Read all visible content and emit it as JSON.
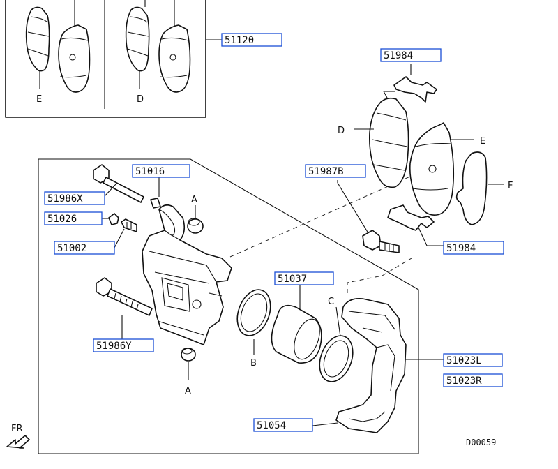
{
  "diagram_code": "D00059",
  "front_label": "FR",
  "parts": {
    "p51120": "51120",
    "p51984_top": "51984",
    "p51984_bottom": "51984",
    "p51016": "51016",
    "p51986X": "51986X",
    "p51026": "51026",
    "p51002": "51002",
    "p51987B": "51987B",
    "p51037": "51037",
    "p51986Y": "51986Y",
    "p51023L": "51023L",
    "p51023R": "51023R",
    "p51054": "51054"
  },
  "letters": {
    "e_inset": "E",
    "d_inset": "D",
    "d_pad": "D",
    "e_pad": "E",
    "f_shim": "F",
    "a_top": "A",
    "a_bottom": "A",
    "b_seal": "B",
    "c_boot": "C"
  }
}
